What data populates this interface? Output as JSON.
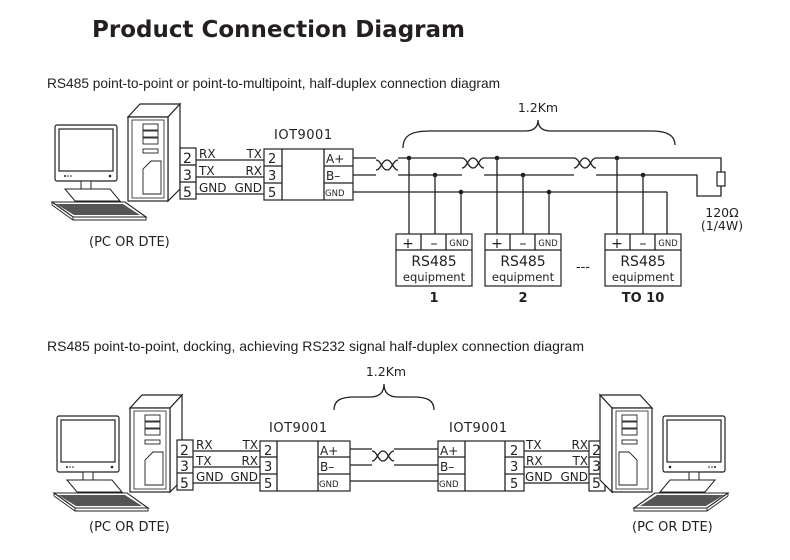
{
  "title": "Product Connection Diagram",
  "diagram1": {
    "caption": "RS485 point-to-point or point-to-multipoint, half-duplex connection diagram",
    "distance": "1.2Km",
    "pc_label": "(PC OR DTE)",
    "pc_pins": [
      "2",
      "3",
      "5"
    ],
    "wire_left": [
      "RX",
      "TX",
      "GND"
    ],
    "wire_right": [
      "TX",
      "RX",
      "GND"
    ],
    "device": {
      "name": "IOT9001",
      "serial_pins": [
        "2",
        "3",
        "5"
      ],
      "rs485_pins": [
        "A+",
        "B–",
        "GND"
      ]
    },
    "terminator": {
      "value": "120Ω",
      "power": "(1/4W)"
    },
    "equipment": [
      {
        "terminals": [
          "+",
          "–",
          "GND"
        ],
        "name": "RS485",
        "sub": "equipment",
        "index": "1"
      },
      {
        "terminals": [
          "+",
          "–",
          "GND"
        ],
        "name": "RS485",
        "sub": "equipment",
        "index": "2"
      },
      {
        "terminals": [
          "+",
          "–",
          "GND"
        ],
        "name": "RS485",
        "sub": "equipment",
        "index": "TO 10"
      }
    ],
    "ellipsis": "---"
  },
  "diagram2": {
    "caption": "RS485 point-to-point, docking, achieving RS232 signal half-duplex connection diagram",
    "distance": "1.2Km",
    "left_pc": {
      "label": "(PC OR DTE)",
      "pins": [
        "2",
        "3",
        "5"
      ],
      "wire_left": [
        "RX",
        "TX",
        "GND"
      ],
      "wire_right": [
        "TX",
        "RX",
        "GND"
      ]
    },
    "left_device": {
      "name": "IOT9001",
      "serial_pins": [
        "2",
        "3",
        "5"
      ],
      "rs485_pins": [
        "A+",
        "B–",
        "GND"
      ]
    },
    "right_device": {
      "name": "IOT9001",
      "serial_pins": [
        "2",
        "3",
        "5"
      ],
      "rs485_pins": [
        "A+",
        "B–",
        "GND"
      ]
    },
    "right_pc": {
      "label": "(PC OR DTE)",
      "pins": [
        "2",
        "3",
        "5"
      ],
      "wire_left": [
        "TX",
        "RX",
        "GND"
      ],
      "wire_right": [
        "RX",
        "TX",
        "GND"
      ]
    }
  }
}
